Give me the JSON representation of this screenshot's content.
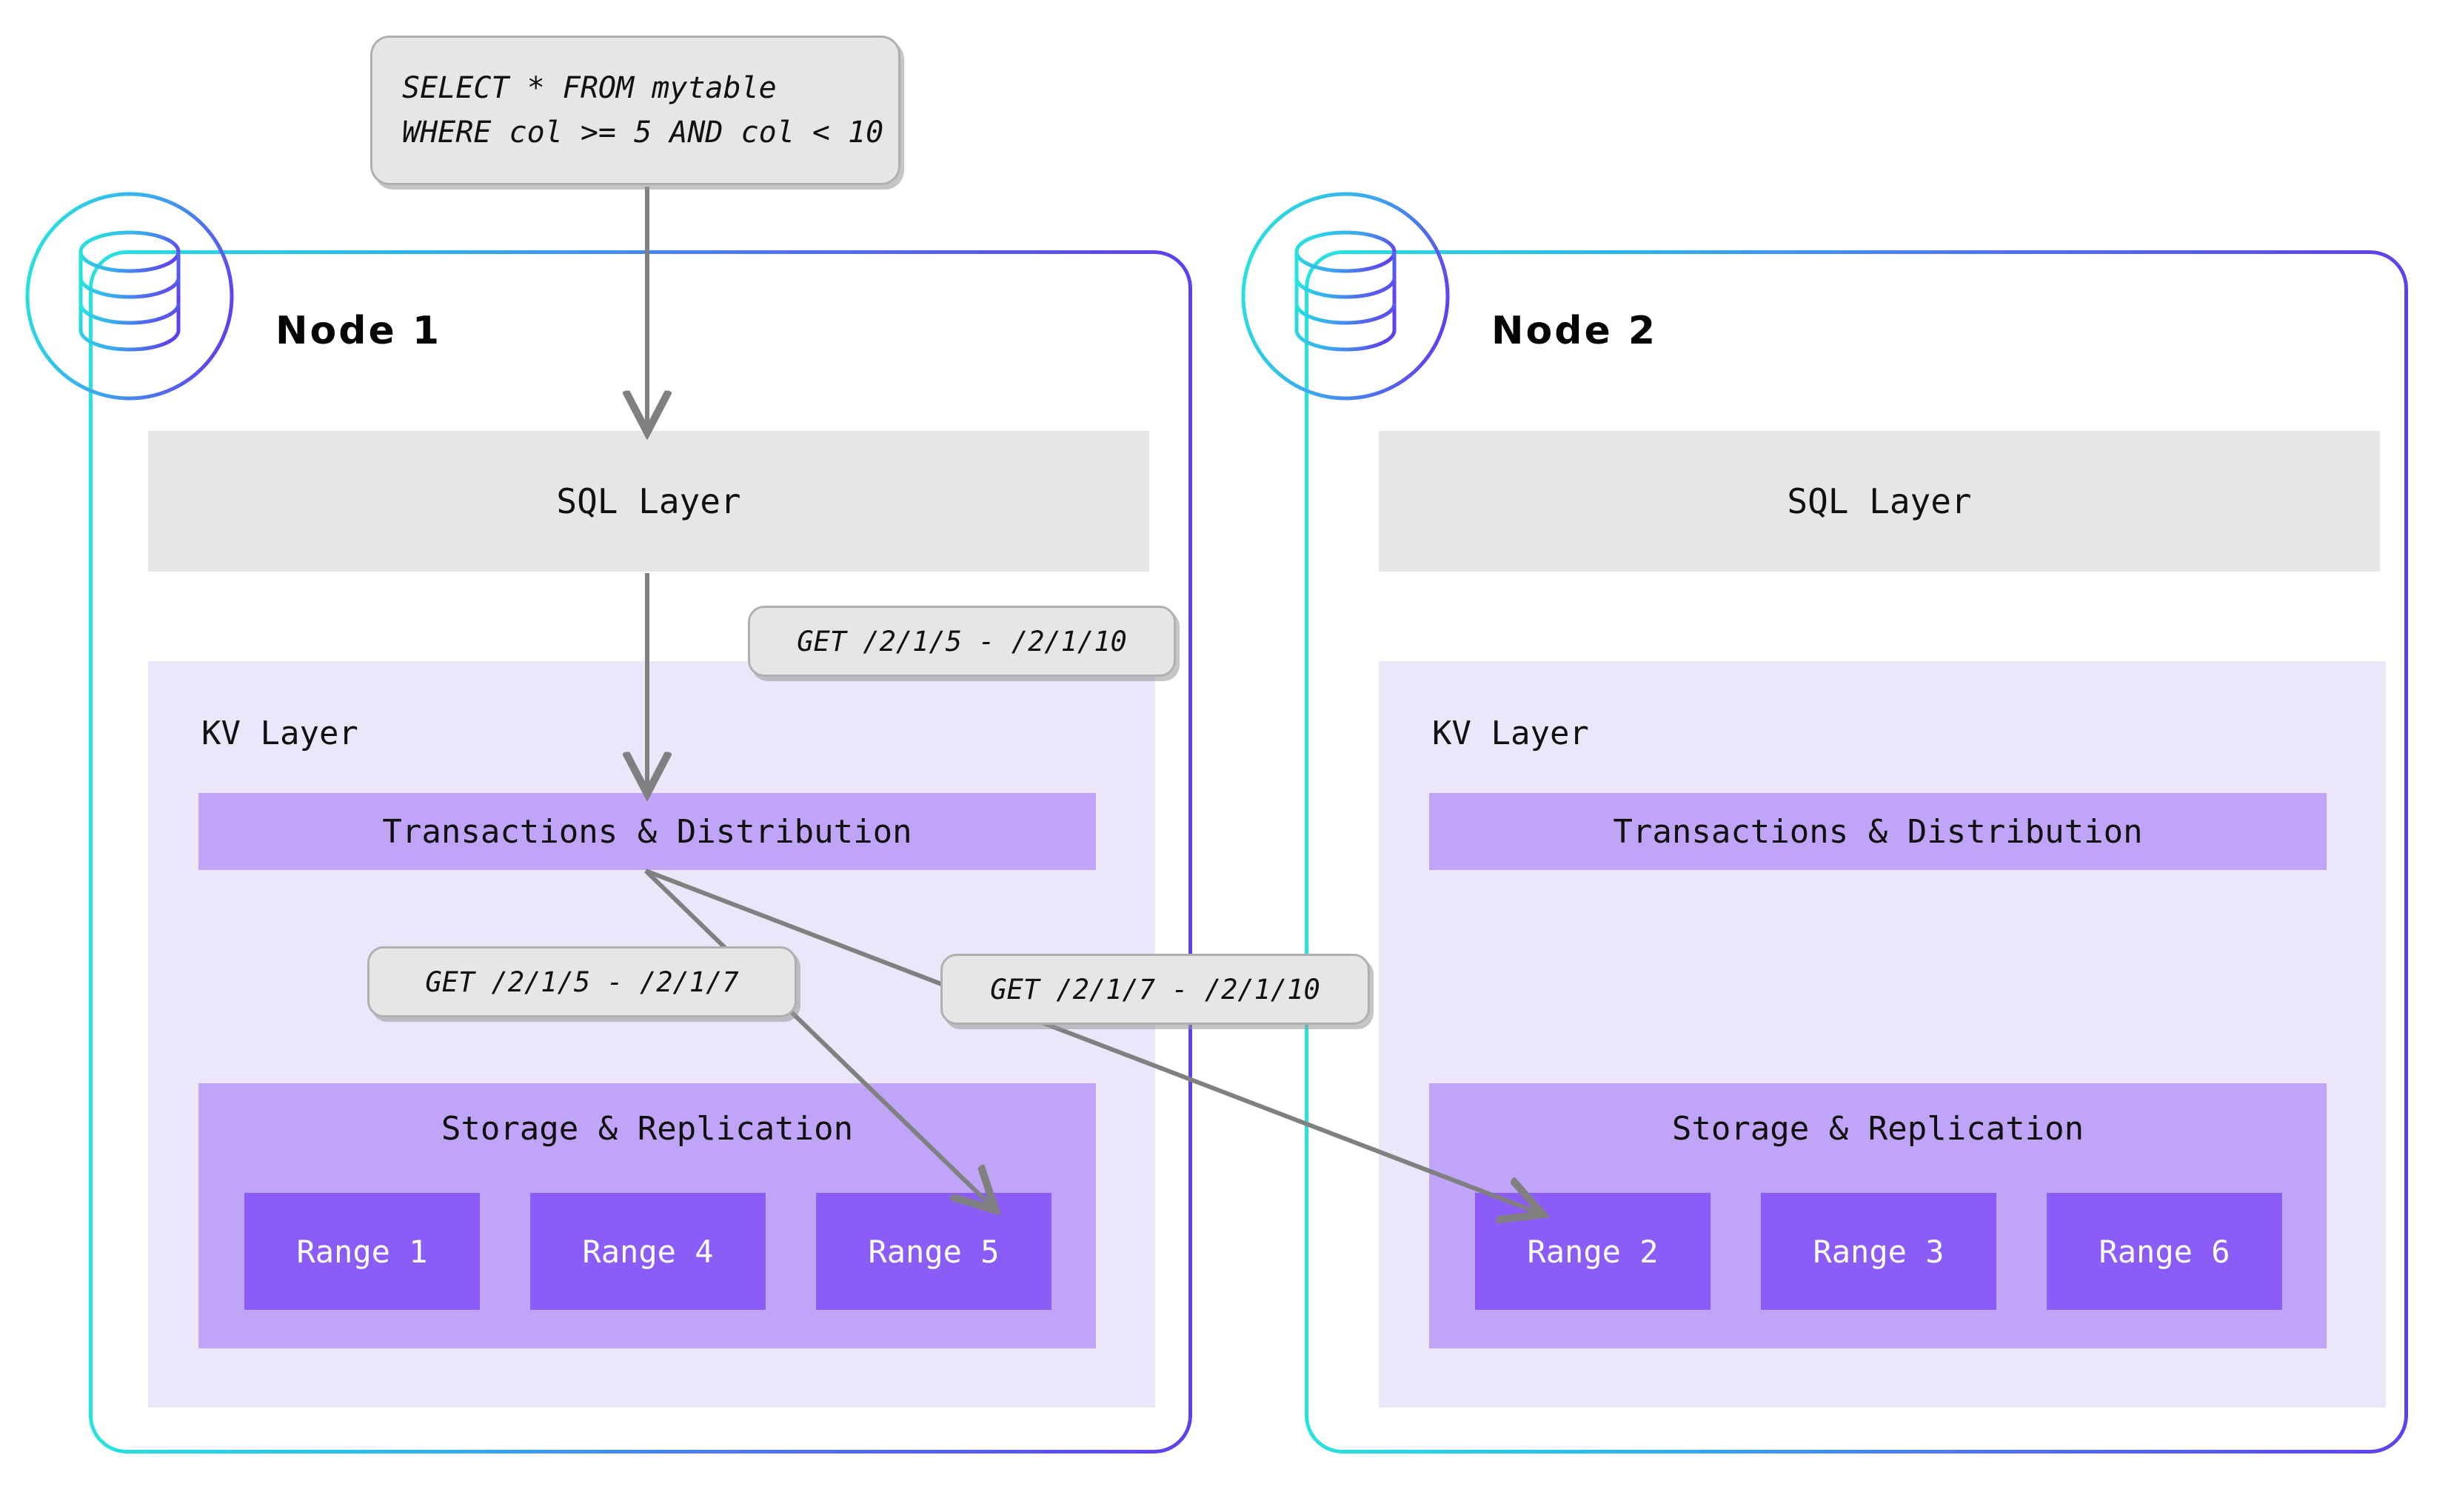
{
  "diagram": {
    "title": "CockroachDB distributed query execution across two nodes",
    "background_color": "#ffffff"
  },
  "query_callout": {
    "name": "sql-query",
    "line1": "SELECT * FROM mytable",
    "line2": "WHERE col >= 5 AND col < 10",
    "fill": "#e6e6e6",
    "stroke": "#b0b0b0"
  },
  "colors": {
    "node_border_start": "#27e3de",
    "node_border_end": "#6040ee",
    "sql_layer_fill": "#e6e6e6",
    "kv_layer_fill": "#ece6fb",
    "sublayer_fill": "#bfa4f7",
    "range_fill": "#8b5cf6",
    "range_text": "#ffffff",
    "arrow_stroke": "#808080",
    "callout_fill": "#e6e6e6",
    "callout_stroke": "#b0b0b0"
  },
  "nodes": [
    {
      "id": "node1",
      "title": "Node 1",
      "icon": "database-cylinder-icon",
      "sql_layer": {
        "label": "SQL Layer"
      },
      "kv_layer": {
        "label": "KV Layer",
        "transactions": {
          "label": "Transactions & Distribution"
        },
        "storage": {
          "label": "Storage & Replication",
          "ranges": [
            {
              "label": "Range 1"
            },
            {
              "label": "Range 4"
            },
            {
              "label": "Range 5"
            }
          ]
        }
      }
    },
    {
      "id": "node2",
      "title": "Node 2",
      "icon": "database-cylinder-icon",
      "sql_layer": {
        "label": "SQL Layer"
      },
      "kv_layer": {
        "label": "KV Layer",
        "transactions": {
          "label": "Transactions & Distribution"
        },
        "storage": {
          "label": "Storage & Replication",
          "ranges": [
            {
              "label": "Range 2"
            },
            {
              "label": "Range 3"
            },
            {
              "label": "Range 6"
            }
          ]
        }
      }
    }
  ],
  "callouts": [
    {
      "id": "get-top",
      "label": "GET /2/1/5 - /2/1/10"
    },
    {
      "id": "get-left",
      "label": "GET /2/1/5 - /2/1/7"
    },
    {
      "id": "get-right",
      "label": "GET /2/1/7 - /2/1/10"
    }
  ],
  "flows": [
    {
      "from": "sql-query",
      "to": "node1-sql-layer"
    },
    {
      "from": "node1-sql-layer",
      "to": "node1-transactions"
    },
    {
      "from": "node1-transactions",
      "to": "node1-range-5"
    },
    {
      "from": "node1-transactions",
      "to": "node2-range-2"
    }
  ]
}
